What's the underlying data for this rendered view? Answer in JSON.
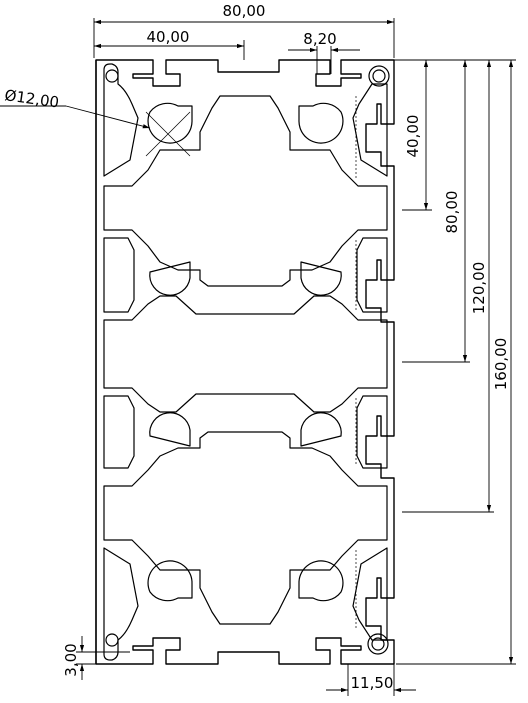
{
  "dimensions": {
    "overall_width": "80,00",
    "half_width": "40,00",
    "slot_width": "8,20",
    "hole_diameter": "Ø12,00",
    "height_40": "40,00",
    "height_80": "80,00",
    "height_120": "120,00",
    "height_160": "160,00",
    "wall_thickness": "3,00",
    "slot_offset": "11,50"
  }
}
